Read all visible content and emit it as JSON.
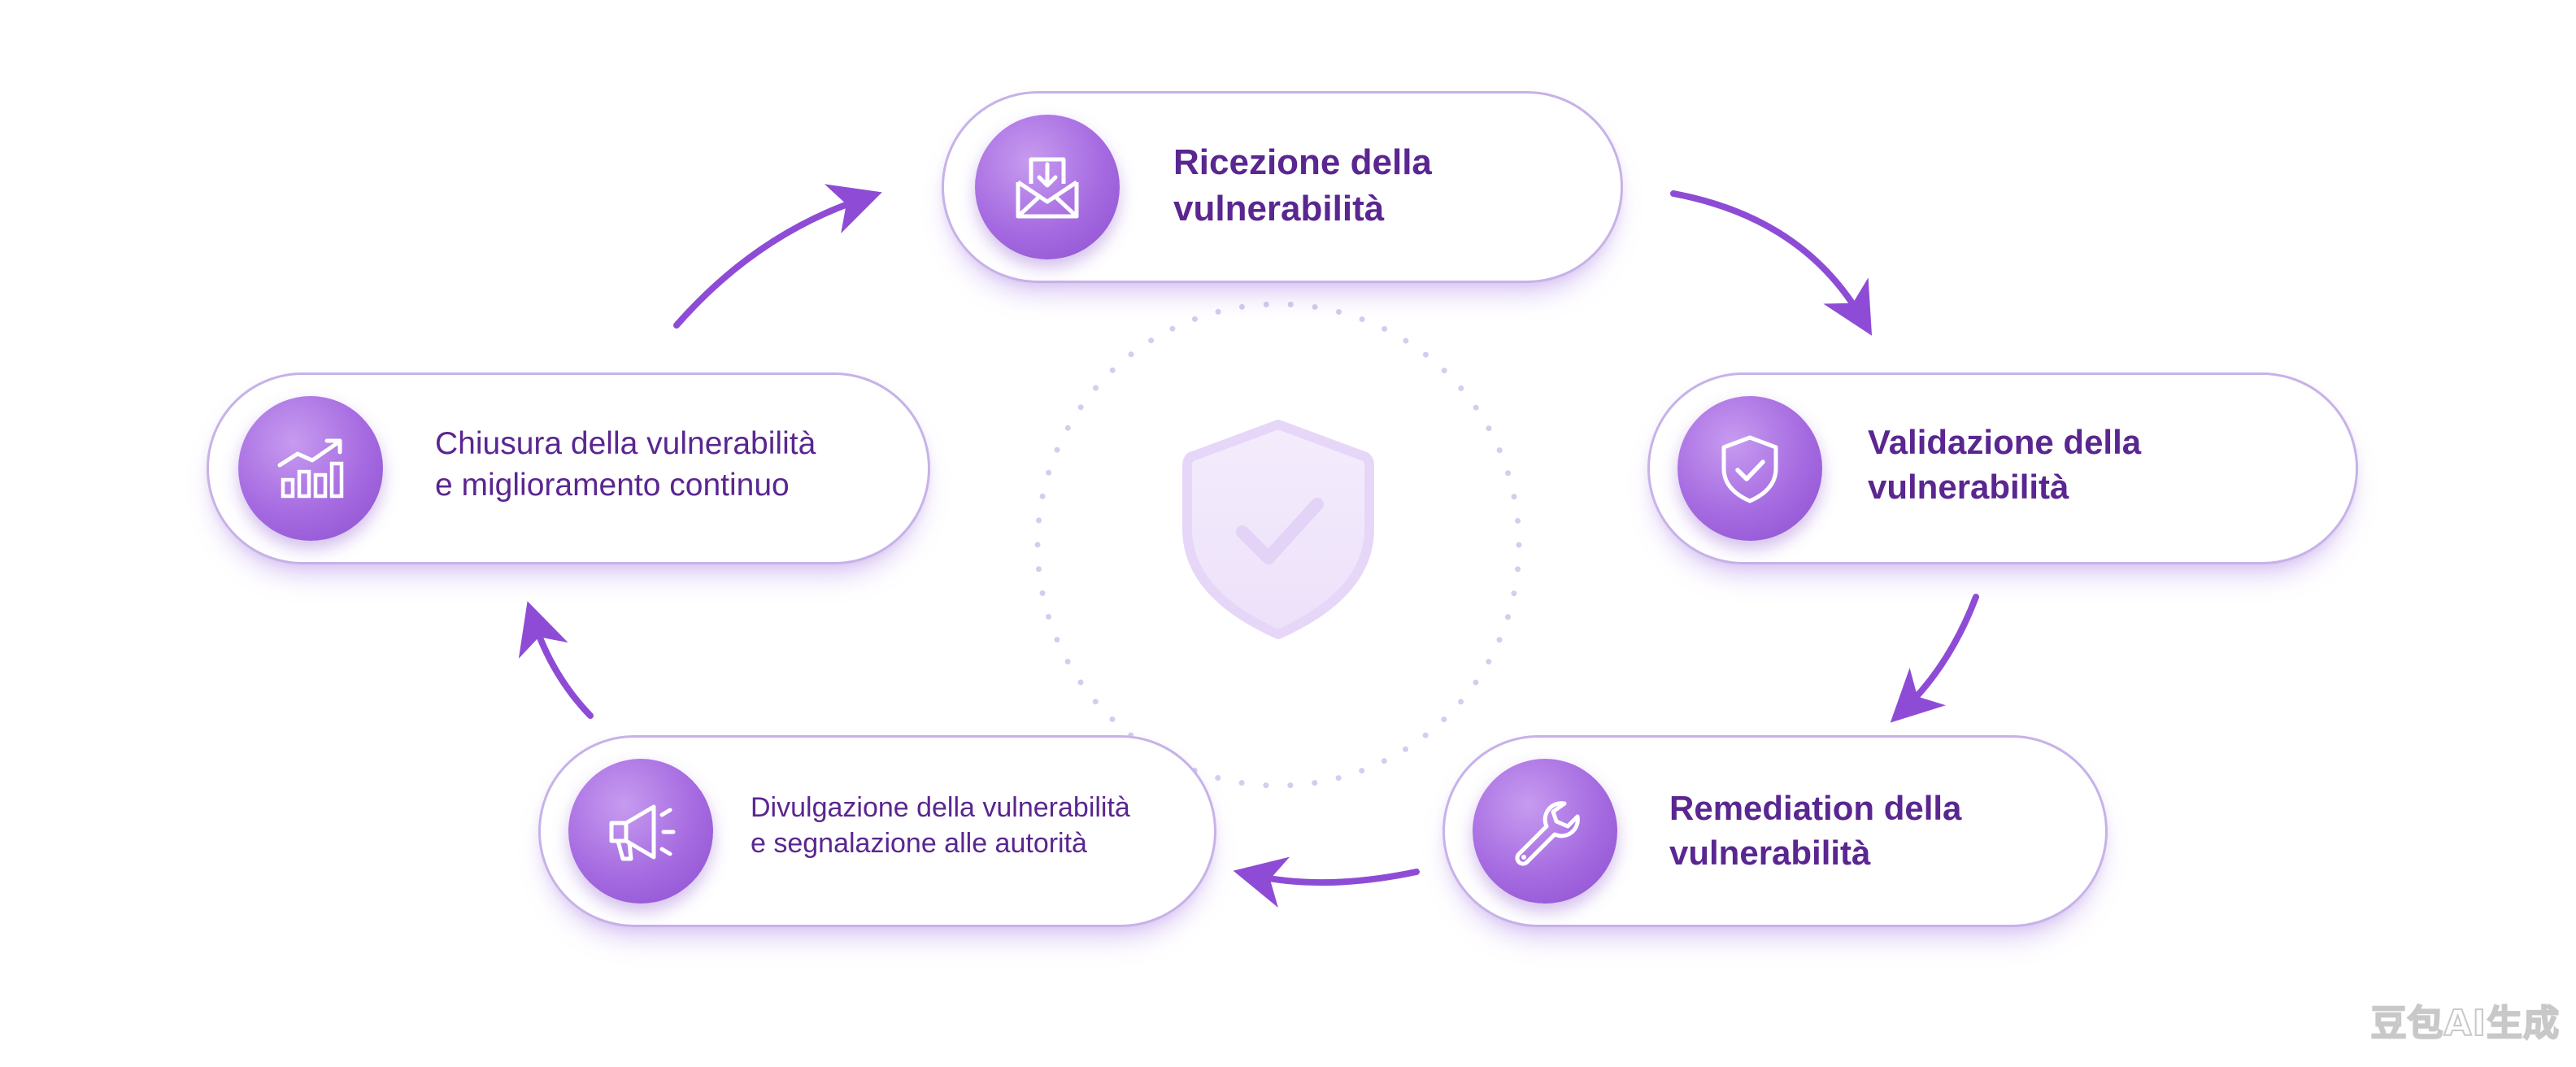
{
  "steps": [
    {
      "label": "Ricezione della\nvulnerabilità",
      "icon": "envelope-download-icon"
    },
    {
      "label": "Validazione della\nvulnerabilità",
      "icon": "shield-check-icon"
    },
    {
      "label": "Remediation della\nvulnerabilità",
      "icon": "wrench-icon"
    },
    {
      "label": "Divulgazione della vulnerabilità\ne segnalazione alle autorità",
      "icon": "megaphone-icon"
    },
    {
      "label": "Chiusura della vulnerabilità\ne miglioramento continuo",
      "icon": "growth-chart-icon"
    }
  ],
  "center": {
    "icon": "shield-check-icon"
  },
  "watermark": "豆包AI生成",
  "colors": {
    "accent": "#9b59db",
    "arrow": "#8e4cd6",
    "text": "#5a2690",
    "border": "#c7b2e8"
  }
}
